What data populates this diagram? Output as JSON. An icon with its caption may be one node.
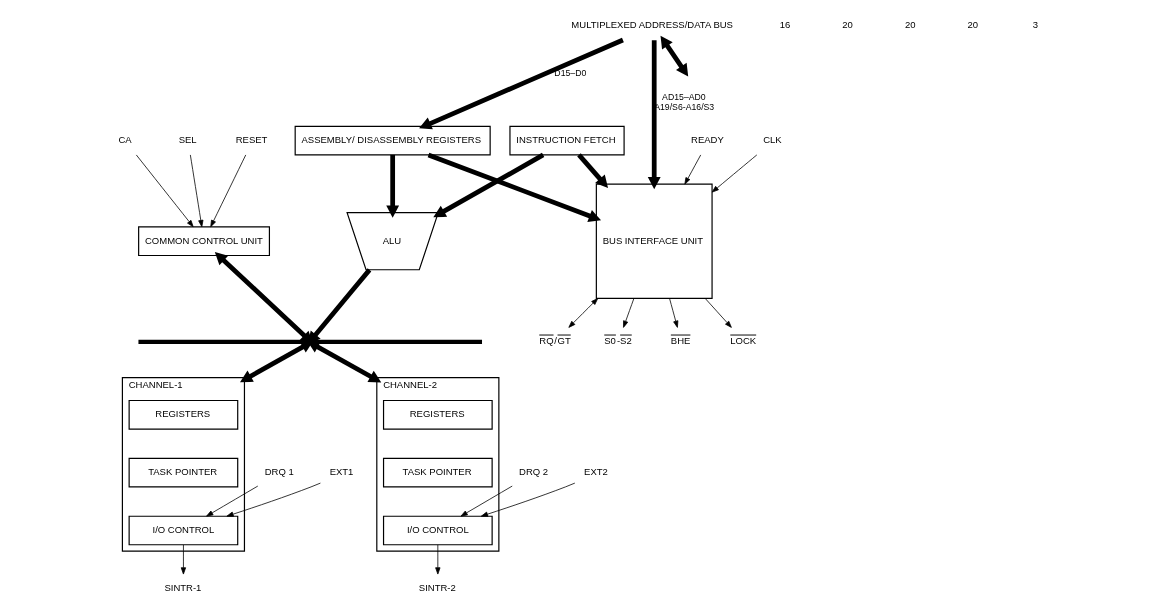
{
  "diagram": {
    "nodes": [
      {
        "text": [
          "CA"
        ]
      },
      {
        "text": [
          "SEL"
        ]
      },
      {
        "text": [
          "RESET"
        ]
      },
      {
        "text": [
          "COMMON CONTROL UNIT"
        ]
      },
      {
        "text": [
          "ALU"
        ]
      },
      {
        "text": [
          "ASSEMBLY/ DISASSEMBLY REGISTERS"
        ]
      },
      {
        "text": [
          "INSTRUCTION FETCH"
        ]
      },
      {
        "text": [
          "MULTIPLEXED ADDRESS/DATA BUS"
        ]
      },
      {
        "text": [],
        "shape": "bar"
      },
      {
        "text": [
          "CHANNEL-1"
        ]
      },
      {
        "text": [
          "REGISTERS"
        ],
        "in": 9
      },
      {
        "text": [
          "TASK POINTER"
        ],
        "in": 9
      },
      {
        "text": [
          "I/O CONTROL"
        ],
        "in": 9
      },
      {
        "text": [
          "CHANNEL-2"
        ]
      },
      {
        "text": [
          "REGISTERS"
        ],
        "in": 13
      },
      {
        "text": [
          "TASK POINTER"
        ],
        "in": 13
      },
      {
        "text": [
          "I/O CONTROL"
        ],
        "in": 13
      },
      {
        "text": [
          "BUS INTERFACE UNIT"
        ]
      },
      {
        "text": [
          "BHE"
        ]
      },
      {
        "text": [
          "READY"
        ]
      },
      {
        "text": [
          "LOCK"
        ]
      },
      {
        "text": [
          "CLK"
        ]
      },
      {
        "text": [
          "RQ/GT"
        ]
      },
      {
        "text": [
          "S0-S2"
        ]
      },
      {
        "text": [
          "DRQ 1"
        ]
      },
      {
        "text": [
          "EXT1"
        ]
      },
      {
        "text": [
          "SINTR-1"
        ]
      },
      {
        "text": [
          "DRQ 2"
        ]
      },
      {
        "text": [
          "EXT2"
        ]
      },
      {
        "text": [
          "SINTR-2"
        ]
      }
    ],
    "edges": [
      {
        "from": 0,
        "to": 3,
        "arrow": "to"
      },
      {
        "from": 1,
        "to": 3,
        "arrow": "to"
      },
      {
        "from": 2,
        "to": 3,
        "arrow": "to"
      },
      {
        "from": 3,
        "to": 8,
        "arrow": "both",
        "style": "thick"
      },
      {
        "from": 5,
        "to": 4,
        "arrow": "to",
        "style": "thick"
      },
      {
        "from": 6,
        "to": 4,
        "arrow": "to",
        "style": "thick"
      },
      {
        "from": 5,
        "to": 17,
        "arrow": "to",
        "style": "thick"
      },
      {
        "from": 6,
        "to": 17,
        "arrow": "to",
        "style": "thick"
      },
      {
        "from": 4,
        "to": 8,
        "arrow": "to",
        "style": "thick"
      },
      {
        "from": 7,
        "to": 5,
        "arrow": "to",
        "style": "thick",
        "label": "D15–D0"
      },
      {
        "from": 7,
        "to": 17,
        "arrow": "to",
        "style": "thick",
        "label": "AD15–AD0 A19/S6-A16/S3"
      },
      {
        "from": 7,
        "to": null,
        "arrow": "both",
        "style": "thick"
      },
      {
        "from": 8,
        "to": 9,
        "arrow": "both",
        "style": "thick"
      },
      {
        "from": 8,
        "to": 13,
        "arrow": "both",
        "style": "thick"
      },
      {
        "from": 24,
        "to": 12,
        "arrow": "to"
      },
      {
        "from": 25,
        "to": 12,
        "arrow": "to"
      },
      {
        "from": 12,
        "to": 26,
        "arrow": "to"
      },
      {
        "from": 27,
        "to": 16,
        "arrow": "to"
      },
      {
        "from": 28,
        "to": 16,
        "arrow": "to"
      },
      {
        "from": 16,
        "to": 29,
        "arrow": "to"
      },
      {
        "from": 17,
        "to": 18,
        "arrow": "to"
      },
      {
        "from": 19,
        "to": 17,
        "arrow": "to"
      },
      {
        "from": 17,
        "to": 20,
        "arrow": "to"
      },
      {
        "from": 21,
        "to": 17,
        "arrow": "to"
      },
      {
        "from": 17,
        "to": 22,
        "arrow": "both"
      },
      {
        "from": 17,
        "to": 23,
        "arrow": "to"
      }
    ],
    "labels": [
      "16",
      "20",
      "20",
      "20",
      "3"
    ]
  }
}
